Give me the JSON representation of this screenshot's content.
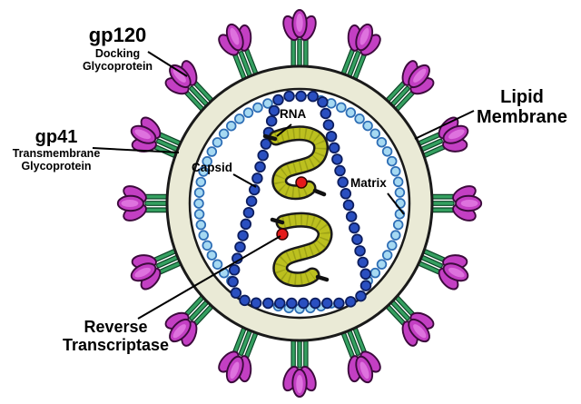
{
  "diagram": {
    "labels": {
      "gp120": {
        "title": "gp120",
        "subtitle_line1": "Docking",
        "subtitle_line2": "Glycoprotein"
      },
      "gp41": {
        "title": "gp41",
        "subtitle_line1": "Transmembrane",
        "subtitle_line2": "Glycoprotein"
      },
      "lipid_membrane": {
        "line1": "Lipid",
        "line2": "Membrane"
      },
      "matrix": {
        "title": "Matrix"
      },
      "capsid": {
        "title": "Capsid"
      },
      "rna": {
        "title": "RNA"
      },
      "reverse_transcriptase": {
        "line1": "Reverse",
        "line2": "Transcriptase"
      }
    },
    "colors": {
      "background": "#FFFFFF",
      "lipid_membrane_fill": "#EAEAD6",
      "matrix_dot": "#A6D9F2",
      "matrix_dot_outline": "#2D6DB5",
      "capsid_dot": "#2A4FC0",
      "capsid_dot_outline": "#0C1D5E",
      "rna_strand": "#BCC01F",
      "glycoprotein_head": "#C33FC3",
      "glycoprotein_stem": "#35A060",
      "reverse_transcriptase_dot": "#E51B1B",
      "label_text": "#000000"
    }
  }
}
